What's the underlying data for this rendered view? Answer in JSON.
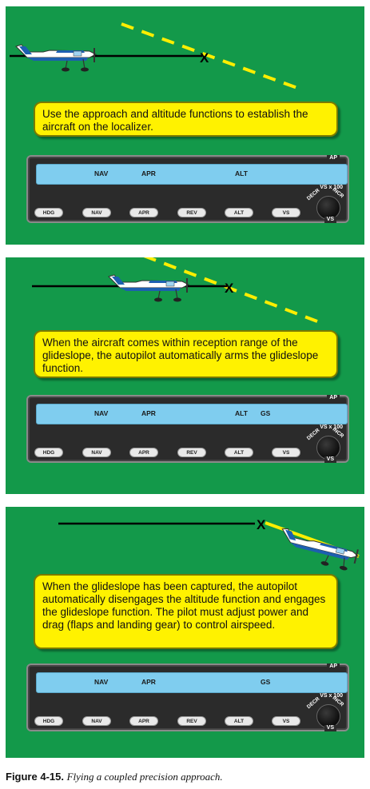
{
  "panels": [
    {
      "callout": "Use the approach and altitude functions to establish the aircraft on the localizer.",
      "marker": "X",
      "annunciators": [
        "NAV",
        "APR",
        "ALT"
      ]
    },
    {
      "callout": "When the aircraft comes within reception range of the glideslope, the autopilot automatically arms the glideslope function.",
      "marker": "X",
      "annunciators": [
        "NAV",
        "APR",
        "ALT",
        "GS"
      ]
    },
    {
      "callout": "When the glideslope has been captured, the autopilot automatically disengages the altitude function and engages the glideslope function. The pilot must adjust power and drag (flaps and landing gear) to control airspeed.",
      "marker": "X",
      "annunciators": [
        "NAV",
        "APR",
        "GS"
      ]
    }
  ],
  "autopilot": {
    "ap_label": "AP",
    "vs_label": "VS",
    "vs_scale": "VS x 100",
    "decr": "DECR",
    "incr": "INCR",
    "buttons": [
      "HDG",
      "NAV",
      "APR",
      "REV",
      "ALT",
      "VS"
    ]
  },
  "caption": {
    "number": "Figure 4-15.",
    "text": "Flying a coupled precision approach."
  },
  "colors": {
    "background": "#13994a",
    "callout": "#fff200",
    "glideslope": "#ffee00",
    "display": "#7fcdef",
    "unit": "#2b2b2b"
  }
}
